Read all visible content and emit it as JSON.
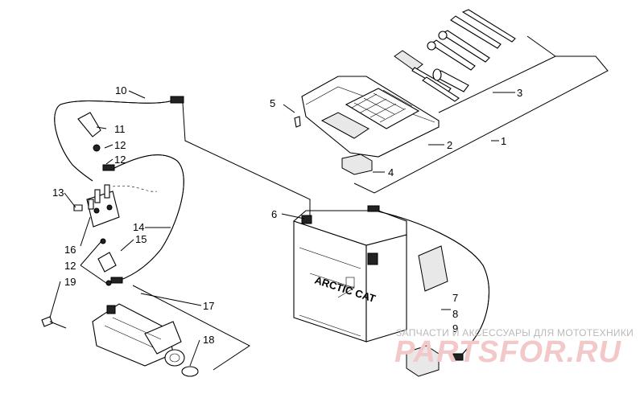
{
  "diagram": {
    "callouts": [
      "1",
      "2",
      "3",
      "4",
      "5",
      "6",
      "7",
      "8",
      "9",
      "10",
      "11",
      "12",
      "12",
      "13",
      "14",
      "15",
      "16",
      "12",
      "19",
      "17",
      "18"
    ],
    "battery_brand": "ARCTIC CAT"
  },
  "watermark": {
    "line1": "ЗАПЧАСТИ И АКСЕССУАРЫ ДЛЯ МОТОТЕХНИКИ",
    "line2": "PARTSFOR.RU"
  }
}
